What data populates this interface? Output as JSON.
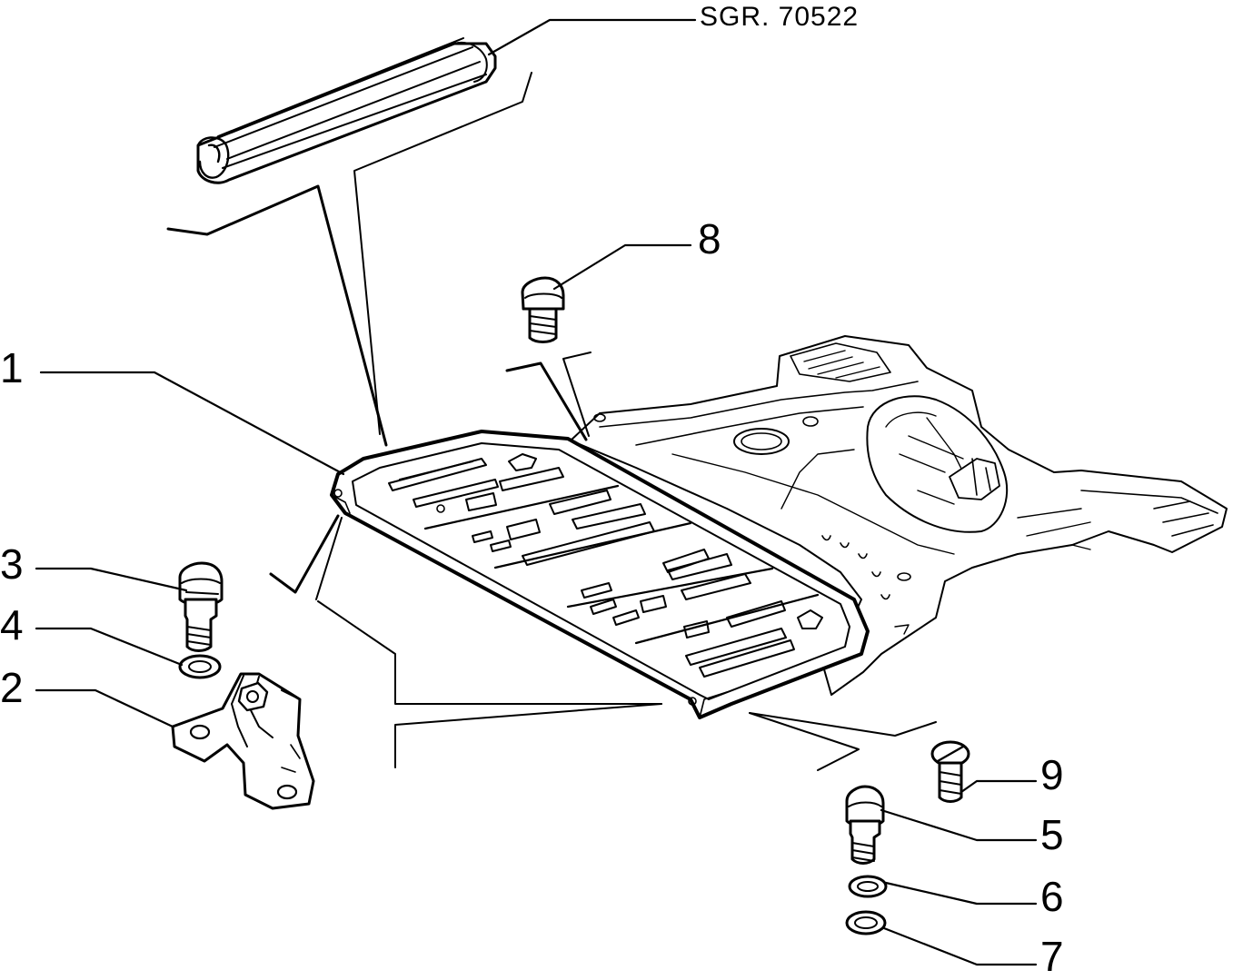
{
  "diagram": {
    "reference": "SGR. 70522",
    "callouts": [
      {
        "id": "1",
        "label": "1"
      },
      {
        "id": "2",
        "label": "2"
      },
      {
        "id": "3",
        "label": "3"
      },
      {
        "id": "4",
        "label": "4"
      },
      {
        "id": "5",
        "label": "5"
      },
      {
        "id": "6",
        "label": "6"
      },
      {
        "id": "7",
        "label": "7"
      },
      {
        "id": "8",
        "label": "8"
      },
      {
        "id": "9",
        "label": "9"
      }
    ],
    "parts_shown": [
      "seal-strip",
      "floor-panel",
      "body-floor",
      "bracket",
      "bolt",
      "washer",
      "screw"
    ]
  }
}
